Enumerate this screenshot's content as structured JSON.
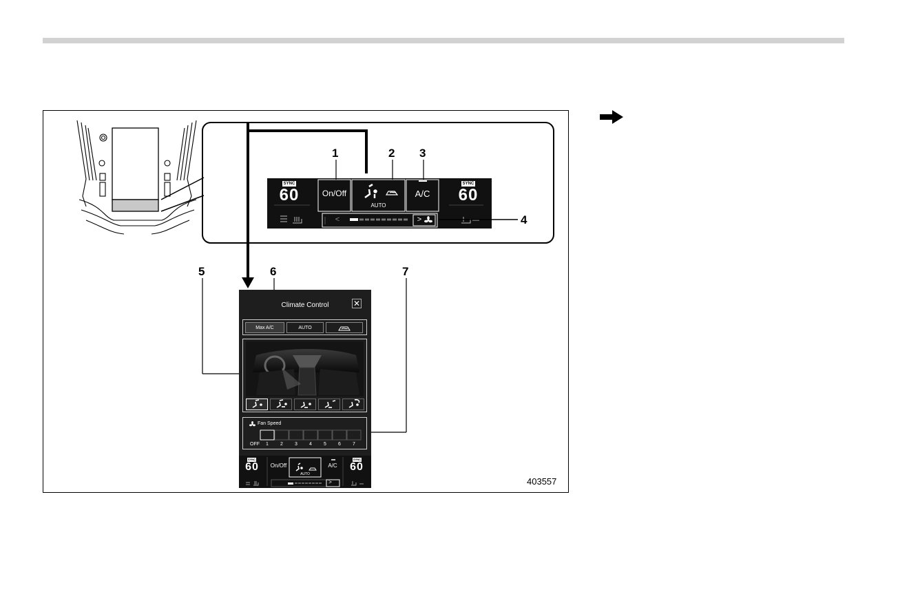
{
  "page": {
    "figure_id": "403557"
  },
  "callouts": [
    "1",
    "2",
    "3",
    "4",
    "5",
    "6",
    "7"
  ],
  "top_panel": {
    "left_temp": "60",
    "right_temp": "60",
    "sync_label": "SYNC",
    "onoff_label": "On/Off",
    "auto_label": "AUTO",
    "ac_label": "A/C",
    "fan_down": "<",
    "fan_up": ">"
  },
  "popup": {
    "title": "Climate Control",
    "close": "✕",
    "buttons": [
      "Max A/C",
      "AUTO"
    ],
    "fan_label": "Fan Speed",
    "fan_off": "OFF",
    "fan_levels": [
      "1",
      "2",
      "3",
      "4",
      "5",
      "6",
      "7"
    ],
    "fan_level_selected": 1
  },
  "bottom_panel": {
    "left_temp": "60",
    "right_temp": "60",
    "sync_label": "SYNC",
    "onoff_label": "On/Off",
    "auto_label": "AUTO",
    "ac_label": "A/C",
    "fan_up": ">"
  },
  "colors": {
    "panel": "#111111",
    "popup": "#1e1e1e",
    "topbar": "#d2d2d2",
    "outline": "#000000"
  }
}
